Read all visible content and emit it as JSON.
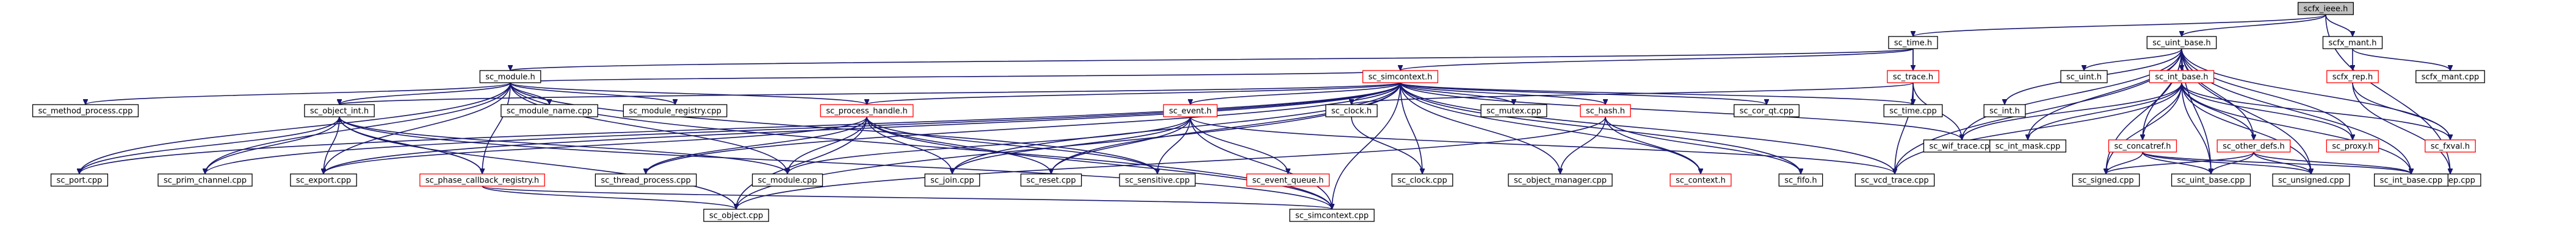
{
  "graph": {
    "title": "",
    "nodes": [
      {
        "id": "scfx_ieee",
        "label": "scfx_ieee.h",
        "root": true
      },
      {
        "id": "sc_time_h",
        "label": "sc_time.h"
      },
      {
        "id": "sc_uint_base_h",
        "label": "sc_uint_base.h"
      },
      {
        "id": "scfx_mant_h",
        "label": "scfx_mant.h"
      },
      {
        "id": "sc_module_h",
        "label": "sc_module.h"
      },
      {
        "id": "sc_simcontext_h",
        "label": "sc_simcontext.h",
        "missing": true
      },
      {
        "id": "sc_trace_h",
        "label": "sc_trace.h",
        "missing": true
      },
      {
        "id": "sc_uint_h",
        "label": "sc_uint.h"
      },
      {
        "id": "sc_int_base_h",
        "label": "sc_int_base.h",
        "missing": true
      },
      {
        "id": "scfx_rep_h",
        "label": "scfx_rep.h",
        "missing": true
      },
      {
        "id": "scfx_mant_cpp",
        "label": "scfx_mant.cpp"
      },
      {
        "id": "sc_method_process_cpp",
        "label": "sc_method_process.cpp"
      },
      {
        "id": "sc_object_int_h",
        "label": "sc_object_int.h"
      },
      {
        "id": "sc_module_name_cpp",
        "label": "sc_module_name.cpp"
      },
      {
        "id": "sc_module_registry_cpp",
        "label": "sc_module_registry.cpp"
      },
      {
        "id": "sc_process_handle_h",
        "label": "sc_process_handle.h",
        "missing": true
      },
      {
        "id": "sc_event_h",
        "label": "sc_event.h",
        "missing": true
      },
      {
        "id": "sc_clock_h",
        "label": "sc_clock.h"
      },
      {
        "id": "sc_mutex_cpp",
        "label": "sc_mutex.cpp"
      },
      {
        "id": "sc_hash_h",
        "label": "sc_hash.h",
        "missing": true
      },
      {
        "id": "sc_cor_qt_cpp",
        "label": "sc_cor_qt.cpp"
      },
      {
        "id": "sc_time_cpp",
        "label": "sc_time.cpp"
      },
      {
        "id": "sc_wif_trace_cpp",
        "label": "sc_wif_trace.cpp"
      },
      {
        "id": "sc_int_mask_cpp",
        "label": "sc_int_mask.cpp"
      },
      {
        "id": "sc_concatref_h",
        "label": "sc_concatref.h",
        "missing": true
      },
      {
        "id": "sc_other_defs_h",
        "label": "sc_other_defs.h",
        "missing": true
      },
      {
        "id": "sc_proxy_h",
        "label": "sc_proxy.h",
        "missing": true
      },
      {
        "id": "scfx_rep_cpp",
        "label": "scfx_rep.cpp"
      },
      {
        "id": "sc_fxval_h",
        "label": "sc_fxval.h",
        "missing": true
      },
      {
        "id": "sc_int_h",
        "label": "sc_int.h"
      },
      {
        "id": "sc_port_cpp",
        "label": "sc_port.cpp"
      },
      {
        "id": "sc_prim_channel_cpp",
        "label": "sc_prim_channel.cpp"
      },
      {
        "id": "sc_export_cpp",
        "label": "sc_export.cpp"
      },
      {
        "id": "sc_phase_callback_registry_h",
        "label": "sc_phase_callback_registry.h",
        "missing": true
      },
      {
        "id": "sc_thread_process_cpp",
        "label": "sc_thread_process.cpp"
      },
      {
        "id": "sc_module_cpp",
        "label": "sc_module.cpp"
      },
      {
        "id": "sc_join_cpp",
        "label": "sc_join.cpp"
      },
      {
        "id": "sc_reset_cpp",
        "label": "sc_reset.cpp"
      },
      {
        "id": "sc_sensitive_cpp",
        "label": "sc_sensitive.cpp"
      },
      {
        "id": "sc_event_queue_h",
        "label": "sc_event_queue.h",
        "missing": true
      },
      {
        "id": "sc_clock_cpp",
        "label": "sc_clock.cpp"
      },
      {
        "id": "sc_object_manager_cpp",
        "label": "sc_object_manager.cpp"
      },
      {
        "id": "sc_context_h",
        "label": "sc_context.h",
        "missing": true
      },
      {
        "id": "sc_fifo_h",
        "label": "sc_fifo.h"
      },
      {
        "id": "sc_vcd_trace_cpp",
        "label": "sc_vcd_trace.cpp"
      },
      {
        "id": "sc_signed_cpp",
        "label": "sc_signed.cpp"
      },
      {
        "id": "sc_uint_base_cpp",
        "label": "sc_uint_base.cpp"
      },
      {
        "id": "sc_unsigned_cpp",
        "label": "sc_unsigned.cpp"
      },
      {
        "id": "sc_int_base_cpp",
        "label": "sc_int_base.cpp"
      },
      {
        "id": "sc_object_cpp",
        "label": "sc_object.cpp"
      },
      {
        "id": "sc_simcontext_cpp",
        "label": "sc_simcontext.cpp"
      }
    ],
    "edges": [
      [
        "scfx_ieee",
        "sc_time_h"
      ],
      [
        "scfx_ieee",
        "sc_uint_base_h"
      ],
      [
        "scfx_ieee",
        "scfx_mant_h"
      ],
      [
        "scfx_ieee",
        "scfx_rep_cpp"
      ],
      [
        "sc_time_h",
        "sc_module_h"
      ],
      [
        "sc_time_h",
        "sc_simcontext_h"
      ],
      [
        "sc_time_h",
        "sc_trace_h"
      ],
      [
        "sc_time_h",
        "sc_time_cpp"
      ],
      [
        "scfx_mant_h",
        "scfx_rep_h"
      ],
      [
        "scfx_mant_h",
        "scfx_mant_cpp"
      ],
      [
        "scfx_rep_h",
        "sc_fxval_h"
      ],
      [
        "scfx_rep_h",
        "scfx_rep_cpp"
      ],
      [
        "sc_uint_base_h",
        "sc_uint_h"
      ],
      [
        "sc_uint_base_h",
        "sc_int_base_h"
      ],
      [
        "sc_uint_base_h",
        "sc_int_h"
      ],
      [
        "sc_uint_base_h",
        "sc_int_mask_cpp"
      ],
      [
        "sc_uint_base_h",
        "sc_concatref_h"
      ],
      [
        "sc_uint_base_h",
        "sc_other_defs_h"
      ],
      [
        "sc_uint_base_h",
        "sc_proxy_h"
      ],
      [
        "sc_uint_base_h",
        "sc_fxval_h"
      ],
      [
        "sc_uint_base_h",
        "sc_wif_trace_cpp"
      ],
      [
        "sc_uint_base_h",
        "sc_vcd_trace_cpp"
      ],
      [
        "sc_uint_base_h",
        "sc_signed_cpp"
      ],
      [
        "sc_uint_base_h",
        "sc_uint_base_cpp"
      ],
      [
        "sc_uint_base_h",
        "sc_unsigned_cpp"
      ],
      [
        "sc_uint_base_h",
        "sc_int_base_cpp"
      ],
      [
        "sc_int_base_h",
        "sc_int_mask_cpp"
      ],
      [
        "sc_int_base_h",
        "sc_concatref_h"
      ],
      [
        "sc_int_base_h",
        "sc_other_defs_h"
      ],
      [
        "sc_int_base_h",
        "sc_proxy_h"
      ],
      [
        "sc_int_base_h",
        "sc_fxval_h"
      ],
      [
        "sc_int_base_h",
        "sc_signed_cpp"
      ],
      [
        "sc_int_base_h",
        "sc_uint_base_cpp"
      ],
      [
        "sc_int_base_h",
        "sc_unsigned_cpp"
      ],
      [
        "sc_int_base_h",
        "sc_int_base_cpp"
      ],
      [
        "sc_int_base_h",
        "sc_vcd_trace_cpp"
      ],
      [
        "sc_int_base_h",
        "sc_wif_trace_cpp"
      ],
      [
        "sc_concatref_h",
        "sc_signed_cpp"
      ],
      [
        "sc_concatref_h",
        "sc_uint_base_cpp"
      ],
      [
        "sc_concatref_h",
        "sc_unsigned_cpp"
      ],
      [
        "sc_concatref_h",
        "sc_int_base_cpp"
      ],
      [
        "sc_other_defs_h",
        "sc_signed_cpp"
      ],
      [
        "sc_other_defs_h",
        "sc_uint_base_cpp"
      ],
      [
        "sc_other_defs_h",
        "sc_unsigned_cpp"
      ],
      [
        "sc_other_defs_h",
        "sc_int_base_cpp"
      ],
      [
        "sc_trace_h",
        "sc_clock_h"
      ],
      [
        "sc_trace_h",
        "sc_time_cpp"
      ],
      [
        "sc_trace_h",
        "sc_wif_trace_cpp"
      ],
      [
        "sc_trace_h",
        "sc_vcd_trace_cpp"
      ],
      [
        "sc_module_h",
        "sc_method_process_cpp"
      ],
      [
        "sc_module_h",
        "sc_object_int_h"
      ],
      [
        "sc_module_h",
        "sc_module_name_cpp"
      ],
      [
        "sc_module_h",
        "sc_module_registry_cpp"
      ],
      [
        "sc_module_h",
        "sc_process_handle_h"
      ],
      [
        "sc_module_h",
        "sc_port_cpp"
      ],
      [
        "sc_module_h",
        "sc_prim_channel_cpp"
      ],
      [
        "sc_module_h",
        "sc_export_cpp"
      ],
      [
        "sc_module_h",
        "sc_module_cpp"
      ],
      [
        "sc_module_h",
        "sc_phase_callback_registry_h"
      ],
      [
        "sc_module_h",
        "sc_simcontext_cpp"
      ],
      [
        "sc_module_h",
        "sc_sensitive_cpp"
      ],
      [
        "sc_simcontext_h",
        "sc_module_h"
      ],
      [
        "sc_simcontext_h",
        "sc_process_handle_h"
      ],
      [
        "sc_simcontext_h",
        "sc_event_h"
      ],
      [
        "sc_simcontext_h",
        "sc_clock_h"
      ],
      [
        "sc_simcontext_h",
        "sc_mutex_cpp"
      ],
      [
        "sc_simcontext_h",
        "sc_hash_h"
      ],
      [
        "sc_simcontext_h",
        "sc_cor_qt_cpp"
      ],
      [
        "sc_simcontext_h",
        "sc_time_cpp"
      ],
      [
        "sc_simcontext_h",
        "sc_object_int_h"
      ],
      [
        "sc_simcontext_h",
        "sc_object_manager_cpp"
      ],
      [
        "sc_simcontext_h",
        "sc_context_h"
      ],
      [
        "sc_simcontext_h",
        "sc_fifo_h"
      ],
      [
        "sc_simcontext_h",
        "sc_clock_cpp"
      ],
      [
        "sc_simcontext_h",
        "sc_wif_trace_cpp"
      ],
      [
        "sc_simcontext_h",
        "sc_vcd_trace_cpp"
      ],
      [
        "sc_simcontext_h",
        "sc_port_cpp"
      ],
      [
        "sc_simcontext_h",
        "sc_prim_channel_cpp"
      ],
      [
        "sc_simcontext_h",
        "sc_export_cpp"
      ],
      [
        "sc_simcontext_h",
        "sc_thread_process_cpp"
      ],
      [
        "sc_simcontext_h",
        "sc_object_cpp"
      ],
      [
        "sc_simcontext_h",
        "sc_simcontext_cpp"
      ],
      [
        "sc_simcontext_h",
        "sc_reset_cpp"
      ],
      [
        "sc_simcontext_h",
        "sc_join_cpp"
      ],
      [
        "sc_object_int_h",
        "sc_port_cpp"
      ],
      [
        "sc_object_int_h",
        "sc_prim_channel_cpp"
      ],
      [
        "sc_object_int_h",
        "sc_export_cpp"
      ],
      [
        "sc_object_int_h",
        "sc_phase_callback_registry_h"
      ],
      [
        "sc_object_int_h",
        "sc_module_cpp"
      ],
      [
        "sc_object_int_h",
        "sc_object_cpp"
      ],
      [
        "sc_object_int_h",
        "sc_simcontext_cpp"
      ],
      [
        "sc_phase_callback_registry_h",
        "sc_object_int_h"
      ],
      [
        "sc_phase_callback_registry_h",
        "sc_object_cpp"
      ],
      [
        "sc_phase_callback_registry_h",
        "sc_simcontext_cpp"
      ],
      [
        "sc_process_handle_h",
        "sc_export_cpp"
      ],
      [
        "sc_process_handle_h",
        "sc_thread_process_cpp"
      ],
      [
        "sc_process_handle_h",
        "sc_module_cpp"
      ],
      [
        "sc_process_handle_h",
        "sc_join_cpp"
      ],
      [
        "sc_process_handle_h",
        "sc_reset_cpp"
      ],
      [
        "sc_process_handle_h",
        "sc_sensitive_cpp"
      ],
      [
        "sc_process_handle_h",
        "sc_object_cpp"
      ],
      [
        "sc_process_handle_h",
        "sc_simcontext_cpp"
      ],
      [
        "sc_event_h",
        "sc_module_cpp"
      ],
      [
        "sc_event_h",
        "sc_reset_cpp"
      ],
      [
        "sc_event_h",
        "sc_sensitive_cpp"
      ],
      [
        "sc_event_h",
        "sc_event_queue_h"
      ],
      [
        "sc_event_h",
        "sc_simcontext_cpp"
      ],
      [
        "sc_event_h",
        "sc_join_cpp"
      ],
      [
        "sc_event_h",
        "sc_vcd_trace_cpp"
      ],
      [
        "sc_clock_h",
        "sc_clock_cpp"
      ],
      [
        "sc_hash_h",
        "sc_object_manager_cpp"
      ],
      [
        "sc_hash_h",
        "sc_context_h"
      ],
      [
        "sc_hash_h",
        "sc_fifo_h"
      ],
      [
        "sc_hash_h",
        "sc_object_cpp"
      ]
    ]
  }
}
